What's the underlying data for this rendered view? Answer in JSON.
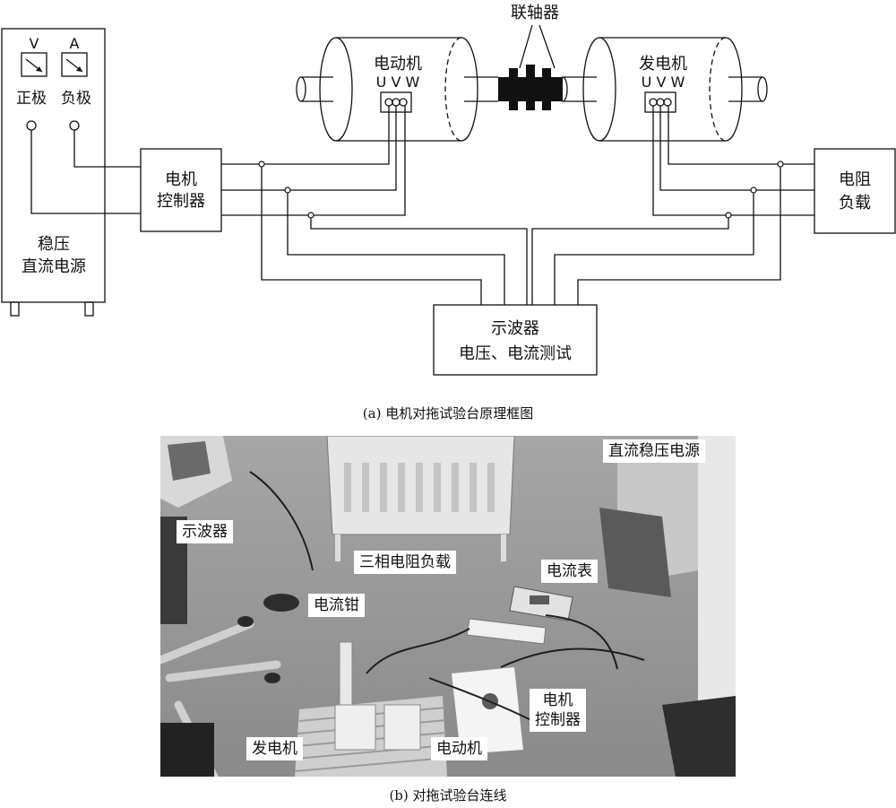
{
  "diagram": {
    "power_supply": {
      "voltmeter_label": "V",
      "ammeter_label": "A",
      "positive_label": "正极",
      "negative_label": "负极",
      "name_line1": "稳压",
      "name_line2": "直流电源"
    },
    "controller": {
      "line1": "电机",
      "line2": "控制器"
    },
    "motor": {
      "name": "电动机",
      "terminals": "U V W"
    },
    "generator": {
      "name": "发电机",
      "terminals": "U V W"
    },
    "coupling_label": "联轴器",
    "load": {
      "line1": "电阻",
      "line2": "负载"
    },
    "oscilloscope": {
      "line1": "示波器",
      "line2": "电压、电流测试"
    },
    "caption": "(a) 电机对拖试验台原理框图"
  },
  "photo": {
    "labels": {
      "oscilloscope": "示波器",
      "resistive_load": "三相电阻负载",
      "dc_supply": "直流稳压电源",
      "ammeter": "电流表",
      "current_clamp": "电流钳",
      "controller_line1": "电机",
      "controller_line2": "控制器",
      "generator": "发电机",
      "motor": "电动机"
    },
    "caption": "(b) 对拖试验台连线"
  }
}
